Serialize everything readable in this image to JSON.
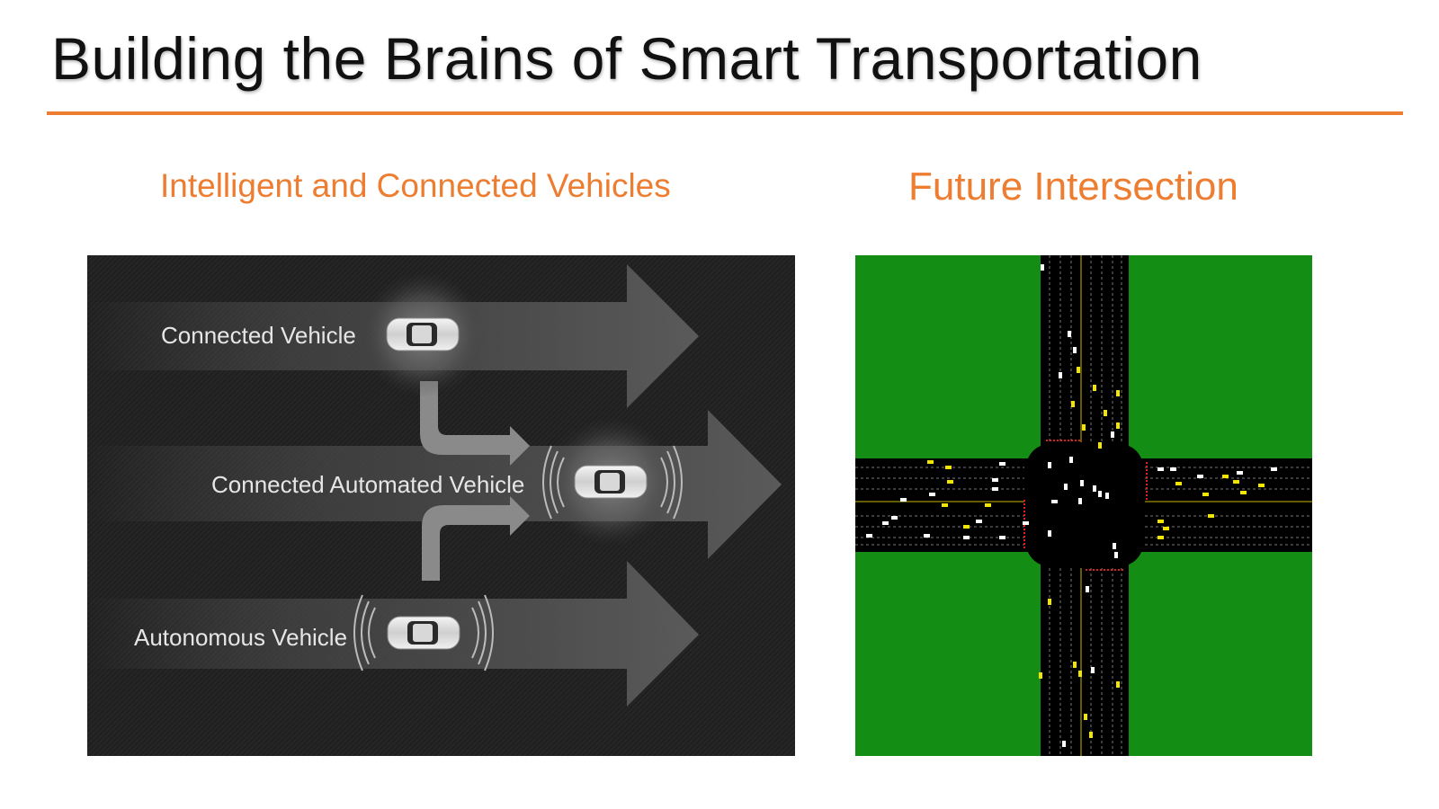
{
  "slide": {
    "title": "Building the Brains of Smart Transportation",
    "accent_color": "#ed7d31"
  },
  "left_panel": {
    "heading": "Intelligent and Connected Vehicles",
    "labels": {
      "connected": "Connected Vehicle",
      "automated": "Connected Automated Vehicle",
      "autonomous": "Autonomous Vehicle"
    }
  },
  "right_panel": {
    "heading": "Future Intersection",
    "colors": {
      "grass": "#138d13",
      "road": "#000000",
      "car_light": "#ffffff",
      "car_yellow": "#f2e600",
      "signal_red": "#e02020"
    }
  }
}
